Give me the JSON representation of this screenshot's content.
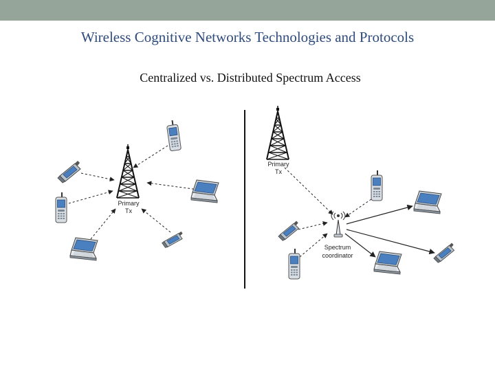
{
  "header": {
    "title": "Wireless Cognitive Networks Technologies and Protocols"
  },
  "slide": {
    "subtitle": "Centralized vs. Distributed Spectrum Access"
  },
  "diagram": {
    "left": {
      "tower_label_line1": "Primary",
      "tower_label_line2": "Tx"
    },
    "right": {
      "tower_label_line1": "Primary",
      "tower_label_line2": "Tx",
      "coordinator_label_line1": "Spectrum",
      "coordinator_label_line2": "coordinator"
    }
  },
  "colors": {
    "top_bar": "#95a59a",
    "title": "#2f4b7c",
    "device_blue": "#4a7fc0",
    "device_gray": "#9aa4ae"
  }
}
